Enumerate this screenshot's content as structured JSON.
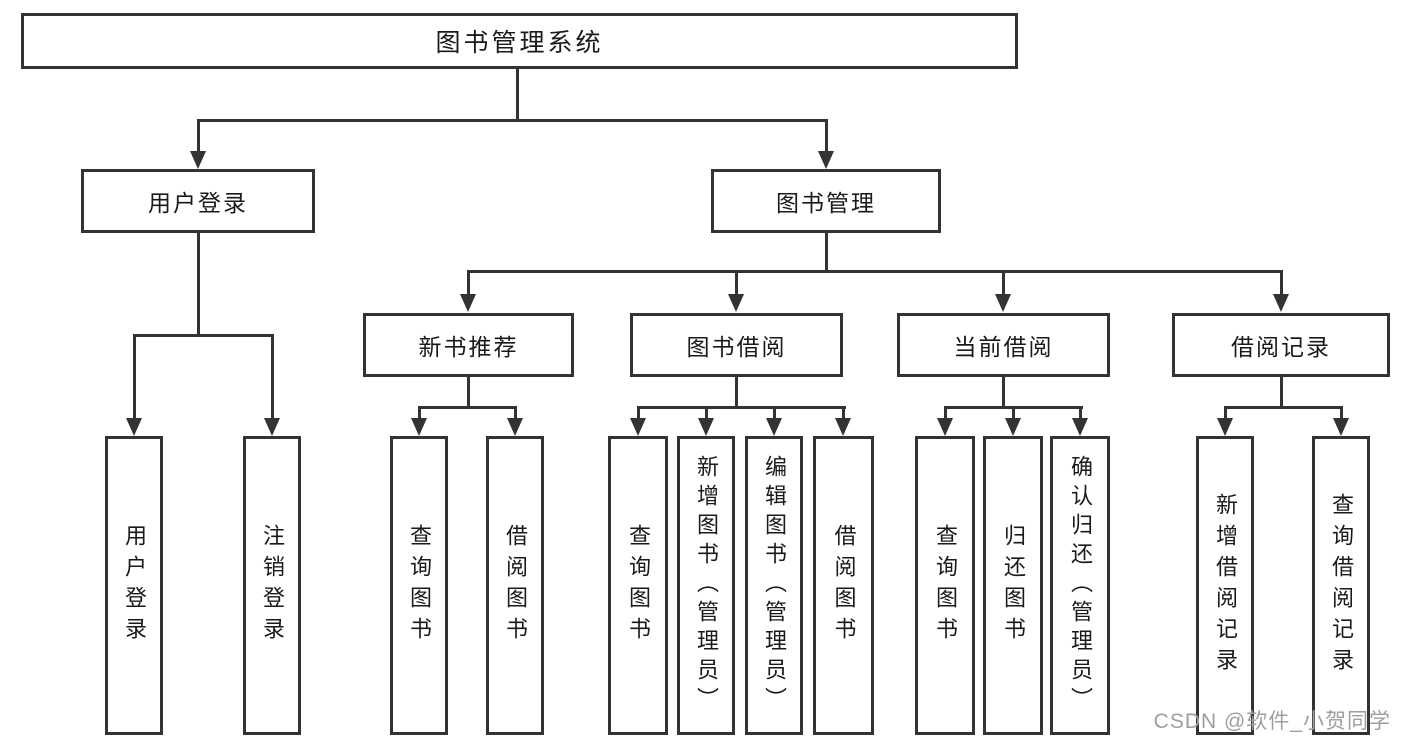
{
  "nodes": {
    "root": "图书管理系统",
    "user_login": "用户登录",
    "book_mgmt": "图书管理",
    "new_books": "新书推荐",
    "book_borrow": "图书借阅",
    "current_borrow": "当前借阅",
    "borrow_records": "借阅记录",
    "leaf_user_login": "用户登录",
    "leaf_logout": "注销登录",
    "leaf_nb_query": "查询图书",
    "leaf_nb_borrow": "借阅图书",
    "leaf_bb_query": "查询图书",
    "leaf_bb_add": "新增图书（管理员）",
    "leaf_bb_edit": "编辑图书（管理员）",
    "leaf_bb_borrow": "借阅图书",
    "leaf_cb_query": "查询图书",
    "leaf_cb_return": "归还图书",
    "leaf_cb_confirm": "确认归还（管理员）",
    "leaf_br_add": "新增借阅记录",
    "leaf_br_query": "查询借阅记录"
  },
  "hierarchy": {
    "root": [
      "user_login",
      "book_mgmt"
    ],
    "user_login": [
      "leaf_user_login",
      "leaf_logout"
    ],
    "book_mgmt": [
      "new_books",
      "book_borrow",
      "current_borrow",
      "borrow_records"
    ],
    "new_books": [
      "leaf_nb_query",
      "leaf_nb_borrow"
    ],
    "book_borrow": [
      "leaf_bb_query",
      "leaf_bb_add",
      "leaf_bb_edit",
      "leaf_bb_borrow"
    ],
    "current_borrow": [
      "leaf_cb_query",
      "leaf_cb_return",
      "leaf_cb_confirm"
    ],
    "borrow_records": [
      "leaf_br_add",
      "leaf_br_query"
    ]
  },
  "watermark": "CSDN @软件_小贺同学",
  "colors": {
    "line": "#333333",
    "text": "#1a1a1a",
    "background": "#ffffff",
    "watermark": "#9e9e9e"
  }
}
